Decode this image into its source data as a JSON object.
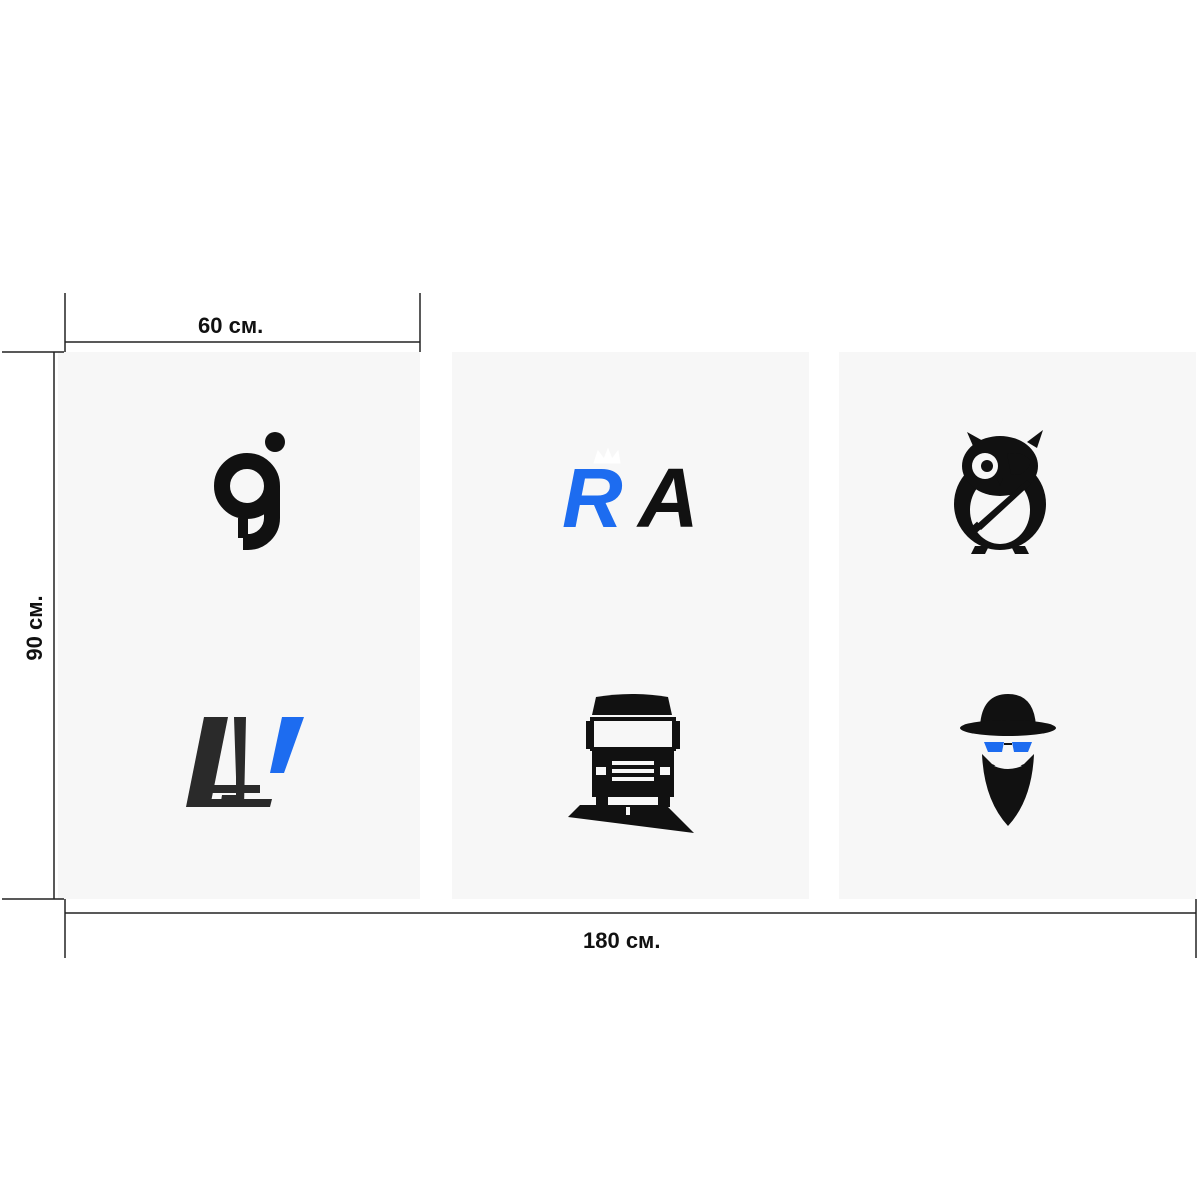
{
  "dimensions": {
    "panel_width": "60 см.",
    "height": "90 см.",
    "total_width": "180 см."
  },
  "panels": [
    {
      "top_logo": "letter-g-logo-icon",
      "bottom_logo": "letter-a-slash-logo-icon"
    },
    {
      "top_logo": "ra-crown-logo-icon",
      "bottom_logo": "truck-front-logo-icon"
    },
    {
      "top_logo": "pirate-owl-logo-icon",
      "bottom_logo": "bearded-man-hat-logo-icon"
    }
  ],
  "ra_logo_text": "RA",
  "colors": {
    "panel": "#f7f7f7",
    "accent_blue": "#1d6cf0",
    "ink": "#111111"
  }
}
